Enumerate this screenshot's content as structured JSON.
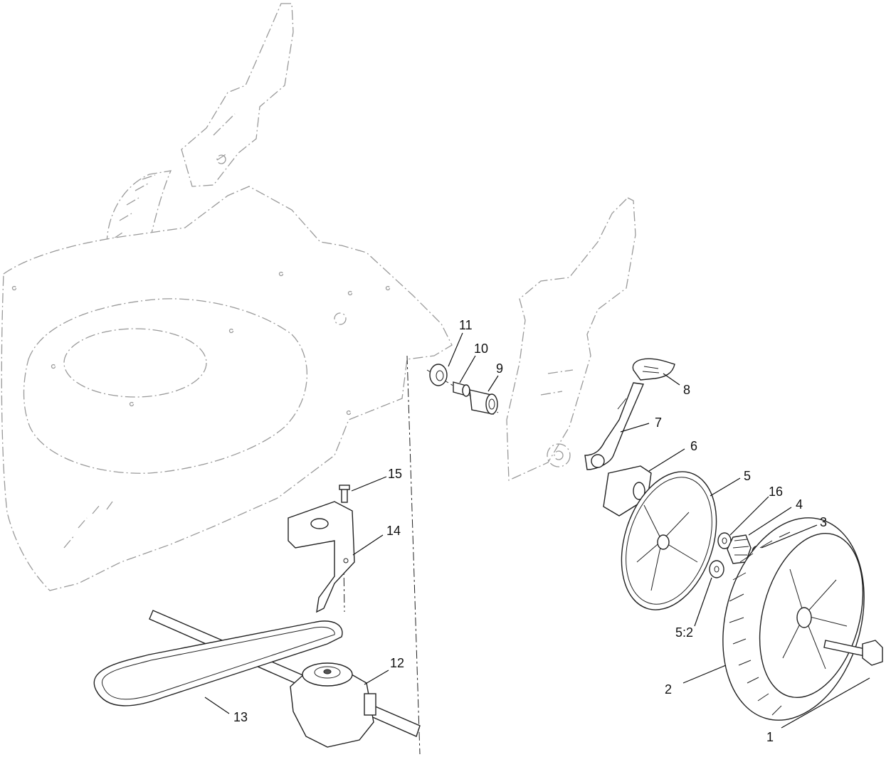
{
  "callouts": [
    {
      "label": "1"
    },
    {
      "label": "2"
    },
    {
      "label": "3"
    },
    {
      "label": "4"
    },
    {
      "label": "5"
    },
    {
      "label": "5:2"
    },
    {
      "label": "6"
    },
    {
      "label": "7"
    },
    {
      "label": "8"
    },
    {
      "label": "9"
    },
    {
      "label": "10"
    },
    {
      "label": "11"
    },
    {
      "label": "12"
    },
    {
      "label": "13"
    },
    {
      "label": "14"
    },
    {
      "label": "15"
    },
    {
      "label": "16"
    }
  ]
}
